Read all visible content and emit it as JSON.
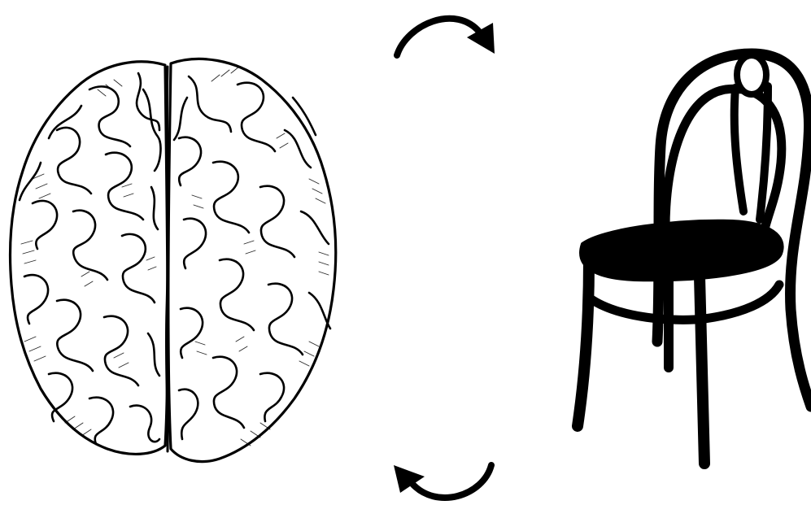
{
  "diagram": {
    "background": "#ffffff",
    "ink": "#000000",
    "nodes": [
      {
        "id": "brain",
        "icon": "brain-icon",
        "style": "engraved line-art illustration, top view of both hemispheres"
      },
      {
        "id": "chair",
        "icon": "chair-icon",
        "style": "solid black silhouette of a bentwood chair"
      }
    ],
    "connectors": [
      {
        "icon": "curved-arrow-icon",
        "from": "brain",
        "to": "chair",
        "direction": "clockwise",
        "placement": "top"
      },
      {
        "icon": "curved-arrow-icon",
        "from": "chair",
        "to": "brain",
        "direction": "clockwise",
        "placement": "bottom"
      }
    ],
    "labels": []
  }
}
